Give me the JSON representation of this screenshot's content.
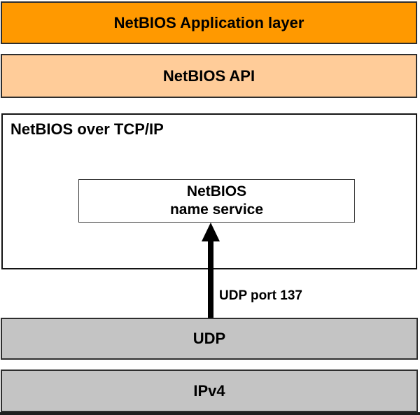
{
  "colors": {
    "application_bg": "#FF9900",
    "api_bg": "#FFCC99",
    "stack_bg": "#FFFFFF",
    "name_service_bg": "#FFFFFF",
    "transport_bg": "#C4C4C4",
    "network_bg": "#C4C4C4",
    "arrow": "#000000",
    "text": "#000000"
  },
  "diagram": {
    "application_layer": {
      "label": "NetBIOS Application layer"
    },
    "api_layer": {
      "label": "NetBIOS API"
    },
    "nbt_layer": {
      "label": "NetBIOS over TCP/IP"
    },
    "name_service_box": {
      "line1": "NetBIOS",
      "line2": "name service"
    },
    "arrow": {
      "label": "UDP port 137",
      "direction": "up"
    },
    "udp_layer": {
      "label": "UDP"
    },
    "ipv4_layer": {
      "label": "IPv4"
    }
  }
}
